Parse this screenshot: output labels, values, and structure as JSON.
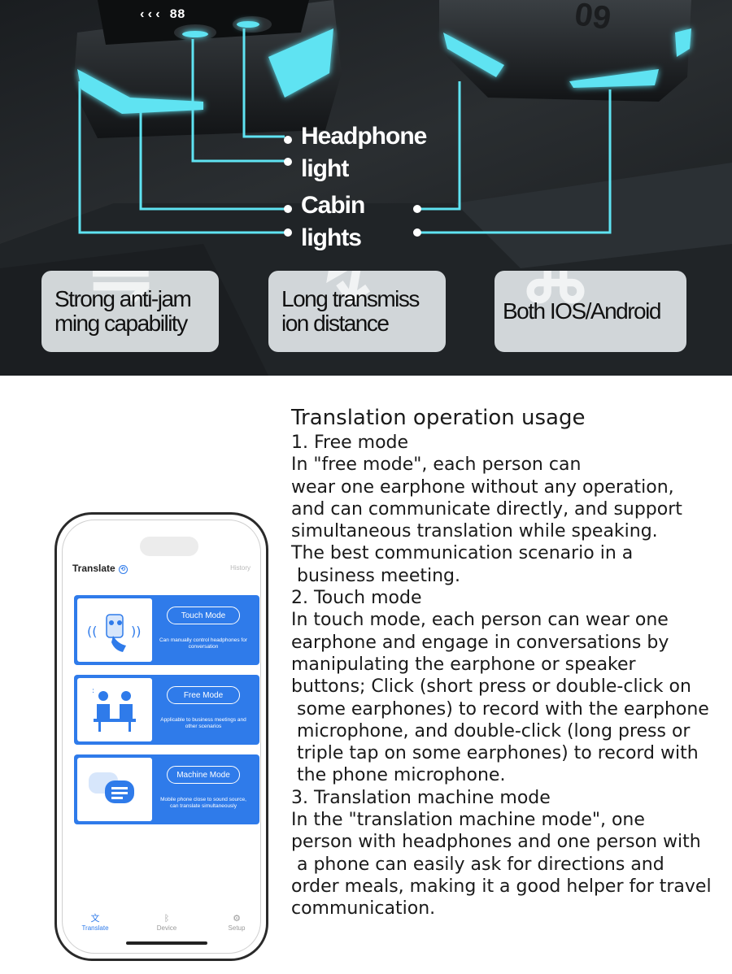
{
  "callouts": {
    "headphone_light": [
      "Headphone",
      "light"
    ],
    "cabin_lights": [
      "Cabin",
      "lights"
    ]
  },
  "features": [
    {
      "lines": [
        "Strong anti-jam",
        "ming capability"
      ],
      "icon": "signal-icon"
    },
    {
      "lines": [
        "Long transmiss",
        "ion distance"
      ],
      "icon": "transmission-icon"
    },
    {
      "lines": [
        "Both IOS/Android"
      ],
      "icon": "apple-android-icon"
    }
  ],
  "case_label": "09",
  "doc": {
    "title": "Translation operation usage",
    "lines": [
      "1. Free mode",
      "In \"free mode\", each person can",
      "wear one earphone without any operation,",
      "and can communicate directly, and support",
      "simultaneous translation while speaking.",
      "The best communication scenario in a",
      " business meeting.",
      "2. Touch mode",
      "In touch mode, each person can wear one",
      "earphone and engage in conversations by",
      "manipulating the earphone or speaker",
      "buttons; Click (short press or double-click on",
      " some earphones) to record with the earphone",
      " microphone, and double-click (long press or",
      " triple tap on some earphones) to record with",
      " the phone microphone.",
      "3. Translation machine mode",
      "In the \"translation machine mode\", one",
      "person with headphones and one person with",
      " a phone can easily ask for directions and",
      "order meals, making it a good helper for travel",
      "communication."
    ]
  },
  "app": {
    "title": "Translate",
    "history": "History",
    "modes": [
      {
        "label": "Touch Mode",
        "desc": "Can manually control headphones for conversation"
      },
      {
        "label": "Free Mode",
        "desc": "Applicable to business meetings and other scenarios"
      },
      {
        "label": "Machine Mode",
        "desc": "Mobile phone close to sound source, can translate simultaneously"
      }
    ],
    "tabs": [
      {
        "label": "Translate",
        "icon": "translate-icon"
      },
      {
        "label": "Device",
        "icon": "bluetooth-icon"
      },
      {
        "label": "Setup",
        "icon": "gear-icon"
      }
    ],
    "colors": {
      "accent": "#2f7bea"
    }
  },
  "colors": {
    "glow": "#5fe3f2"
  }
}
